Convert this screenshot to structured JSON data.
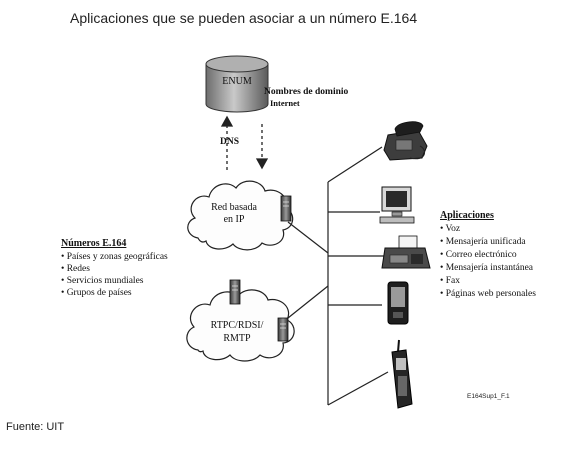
{
  "title": "Aplicaciones que se pueden asociar a un número E.164",
  "source": "Fuente: UIT",
  "enum_label": "ENUM",
  "domain_names": {
    "line1": "Nombres de dominio",
    "line2": "Internet"
  },
  "dns_label": "DNS",
  "ip_network": {
    "line1": "Red basada",
    "line2": "en IP"
  },
  "pstn_network": {
    "line1": "RTPC/RDSI/",
    "line2": "RMTP"
  },
  "numbers": {
    "heading": "Números E.164",
    "items": [
      "• Países y zonas geográficas",
      "• Redes",
      "• Servicios mundiales",
      "• Grupos de países"
    ]
  },
  "applications": {
    "heading": "Aplicaciones",
    "items": [
      "• Voz",
      "• Mensajería unificada",
      "• Correo electrónico",
      "• Mensajería instantánea",
      "• Fax",
      "• Páginas web personales"
    ]
  },
  "figure_code": "E164Sup1_F.1",
  "icons": [
    "database-icon",
    "server-icon",
    "cloud-icon",
    "telephone-icon",
    "computer-icon",
    "fax-icon",
    "pda-icon",
    "mobile-phone-icon"
  ]
}
